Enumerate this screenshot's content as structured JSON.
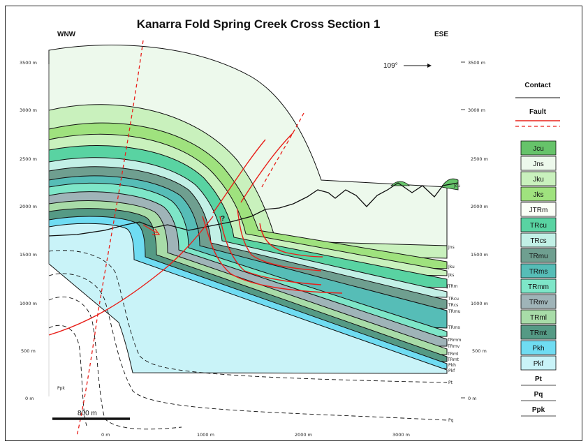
{
  "figure": {
    "title": "Kanarra Fold Spring Creek Cross Section 1",
    "left_direction": "WNW",
    "right_direction": "ESE",
    "azimuth": "109°",
    "scale_bar": "800 m",
    "question_mark": "?"
  },
  "axes": {
    "left_ticks": [
      "3500 m",
      "3000 m",
      "2500 m",
      "2000 m",
      "1500 m",
      "1000 m",
      "500 m",
      "0 m"
    ],
    "right_ticks": [
      "3500 m",
      "3000 m",
      "2500 m",
      "2000 m",
      "1500 m",
      "1000 m",
      "500 m",
      "0 m"
    ],
    "bottom_ticks": [
      "0 m",
      "1000 m",
      "2000 m",
      "3000 m"
    ]
  },
  "unit_labels": {
    "jcu_top": "Jcu",
    "jns": "Jns",
    "jku": "Jku",
    "jks": "Jks",
    "jtrm": "JTRm",
    "trcu": "TRcu",
    "trcs": "TRcs",
    "trmu": "TRmu",
    "trms": "TRms",
    "trmm": "TRmm",
    "trmv": "TRmv",
    "trml": "TRml",
    "trmt": "TRmt",
    "pkh": "Pkh",
    "pkf": "Pkf",
    "pt": "Pt",
    "pq": "Pq",
    "ppk": "Ppk"
  },
  "legend": {
    "contact": "Contact",
    "fault": "Fault",
    "units": [
      {
        "label": "Jcu",
        "color": "#66c36a"
      },
      {
        "label": "Jns",
        "color": "#edf9ec"
      },
      {
        "label": "Jku",
        "color": "#c9f1bd"
      },
      {
        "label": "Jks",
        "color": "#9fe27e"
      },
      {
        "label": "JTRm",
        "color": "#fbfff7"
      },
      {
        "label": "TRcu",
        "color": "#59d3a2"
      },
      {
        "label": "TRcs",
        "color": "#c2f0e6"
      },
      {
        "label": "TRmu",
        "color": "#6f9f90"
      },
      {
        "label": "TRms",
        "color": "#56bdb7"
      },
      {
        "label": "TRmm",
        "color": "#7ee6c8"
      },
      {
        "label": "TRmv",
        "color": "#9fb4b8"
      },
      {
        "label": "TRml",
        "color": "#a8dca8"
      },
      {
        "label": "TRmt",
        "color": "#559a85"
      },
      {
        "label": "Pkh",
        "color": "#6fdcf2"
      },
      {
        "label": "Pkf",
        "color": "#c9f3f8"
      },
      {
        "label": "Pt",
        "color": "#ffffff"
      },
      {
        "label": "Pq",
        "color": "#ffffff"
      },
      {
        "label": "Ppk",
        "color": "#ffffff"
      }
    ]
  },
  "colors": {
    "fault": "#e8201a",
    "contact": "#111111"
  }
}
